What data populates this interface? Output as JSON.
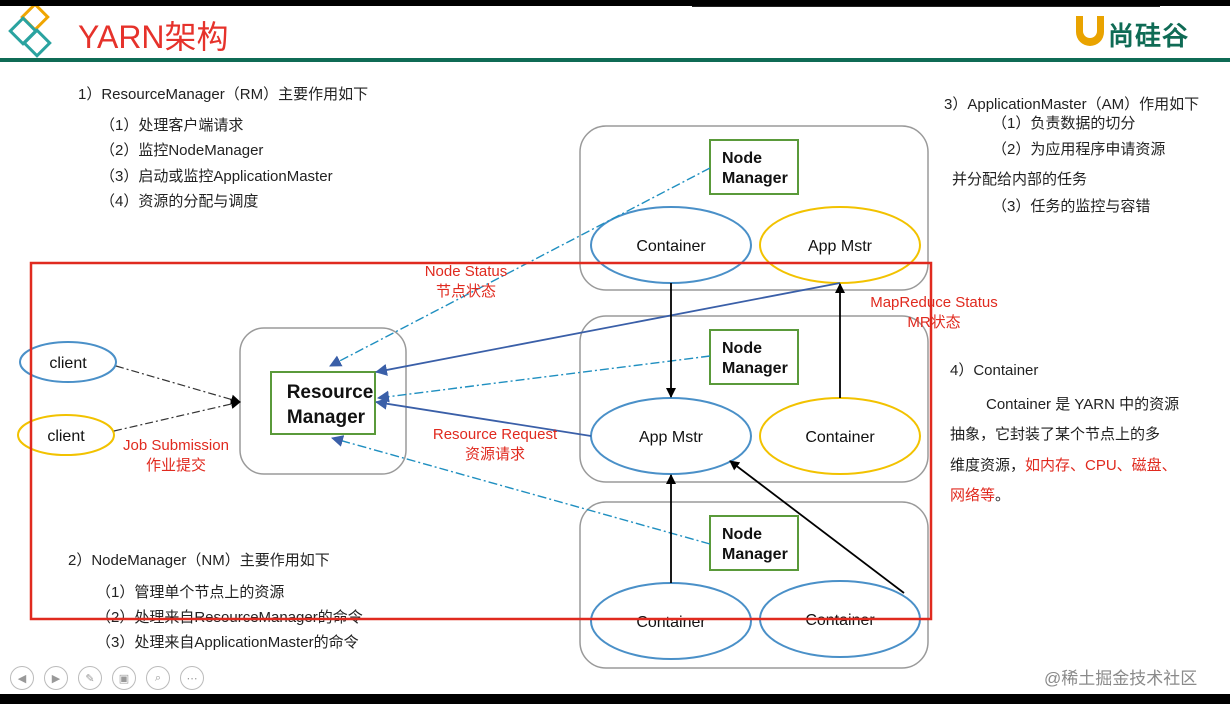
{
  "header": {
    "title": "YARN架构",
    "logo_text": "尚硅谷"
  },
  "rm_section": {
    "heading": "1）ResourceManager（RM）主要作用如下",
    "items": [
      "（1）处理客户端请求",
      "（2）监控NodeManager",
      "（3）启动或监控ApplicationMaster",
      "（4）资源的分配与调度"
    ]
  },
  "am_section": {
    "heading": "3）ApplicationMaster（AM）作用如下",
    "items": [
      "（1）负责数据的切分",
      "（2）为应用程序申请资源",
      "并分配给内部的任务",
      "（3）任务的监控与容错"
    ]
  },
  "container_section": {
    "heading": "4）Container",
    "lines": [
      "Container 是 YARN 中的资源",
      "抽象，它封装了某个节点上的多",
      "维度资源，"
    ],
    "highlight_1": "如内存、CPU、磁盘、",
    "highlight_2": "网络等",
    "tail": "。"
  },
  "nm_section": {
    "heading": "2）NodeManager（NM）主要作用如下",
    "items": [
      "（1）管理单个节点上的资源",
      "（2）处理来自ResourceManager的命令",
      "（3）处理来自ApplicationMaster的命令"
    ]
  },
  "diagram": {
    "resource_manager": [
      "Resource",
      "Manager"
    ],
    "node_manager": [
      "Node",
      "Manager"
    ],
    "client": "client",
    "container": "Container",
    "app_mstr": "App Mstr",
    "labels": {
      "node_status_en": "Node Status",
      "node_status_cn": "节点状态",
      "job_submission_en": "Job Submission",
      "job_submission_cn": "作业提交",
      "resource_request_en": "Resource Request",
      "resource_request_cn": "资源请求",
      "mapreduce_status_en": "MapReduce Status",
      "mapreduce_status_cn": "MR状态"
    }
  },
  "watermark": {
    "text": "@稀土掘金技术社区"
  },
  "colors": {
    "accent_red": "#e02a1f",
    "brand_green": "#0f6b55",
    "blue_ellipse": "#4a90c8",
    "yellow_ellipse": "#f2c200",
    "node_box_green": "#5a9a3a",
    "arrow_blue": "#3a5fa8"
  }
}
